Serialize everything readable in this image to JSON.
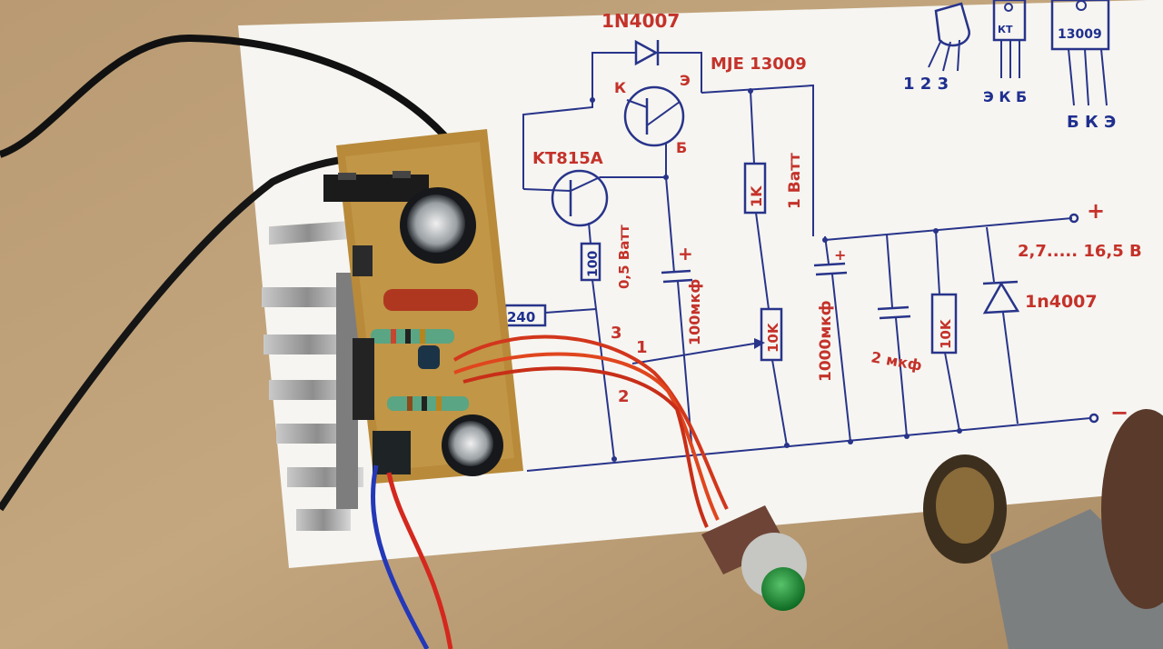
{
  "schematic": {
    "diode_top": "1N4007",
    "transistor_main": "MJE 13009",
    "transistor_driver": "KT815A",
    "pin_k": "К",
    "pin_e": "Э",
    "pin_b": "Б",
    "res_1k": "1K",
    "res_1k_power": "1 Ватт",
    "res_100": "100",
    "res_100_power": "0,5 Ватт",
    "res_240": "240",
    "cap_100": "100мкф",
    "cap_1000": "1000мкф",
    "cap_2": "2 мкф",
    "res_10k_pot": "10K",
    "res_10k_load": "10K",
    "diode_out": "1n4007",
    "output_voltage": "2,7..... 16,5 В",
    "plus": "+",
    "minus": "−",
    "pot_pin_1": "1",
    "pot_pin_2": "2",
    "pot_pin_3": "3"
  },
  "pinouts": {
    "to92_pins": "1 2 3",
    "kt_label": "КТ",
    "kt_pins": "Э К Б",
    "mje_label": "13009",
    "mje_pins": "Б К Э"
  }
}
